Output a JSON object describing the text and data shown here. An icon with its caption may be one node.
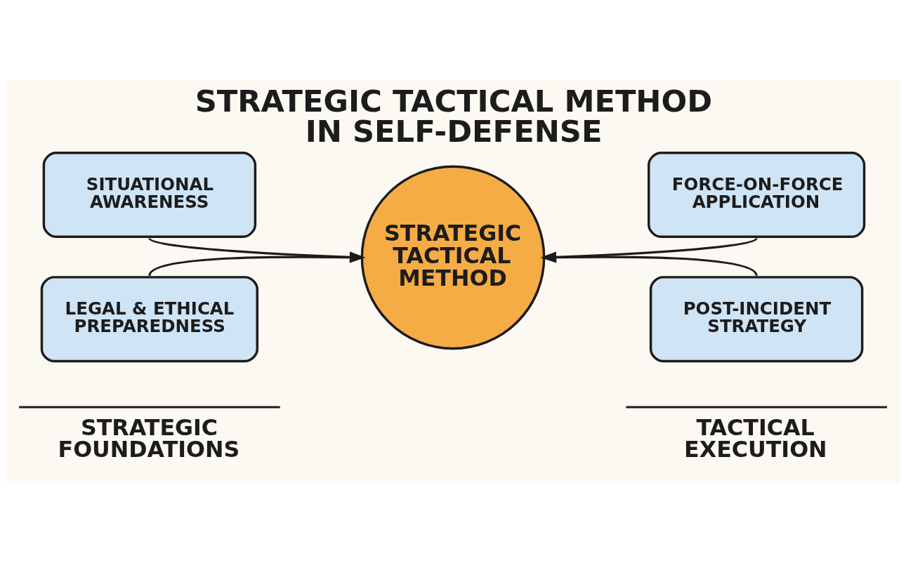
{
  "diagram": {
    "title": "STRATEGIC TACTICAL METHOD IN SELF-DEFENSE",
    "nodes": [
      {
        "text": [
          "SITUATIONAL AWARENESS"
        ]
      },
      {
        "text": [
          "FORCE-ON-FORCE APPLICATION"
        ]
      },
      {
        "text": [
          "STRATEGIC TACTICAL METHOD"
        ]
      },
      {
        "text": [
          "LEGAL & ETHICAL PREPAREDNESS"
        ]
      },
      {
        "text": [
          "POST-INCIDENT STRATEGY"
        ]
      }
    ],
    "edges": [
      {
        "from": 0,
        "to": 2,
        "arrow": "to"
      },
      {
        "from": 3,
        "to": 2,
        "arrow": "to"
      },
      {
        "from": 1,
        "to": 2,
        "arrow": "to"
      },
      {
        "from": 4,
        "to": 2,
        "arrow": "to"
      }
    ],
    "labels": [
      "STRATEGIC FOUNDATIONS",
      "TACTICAL EXECUTION"
    ]
  }
}
